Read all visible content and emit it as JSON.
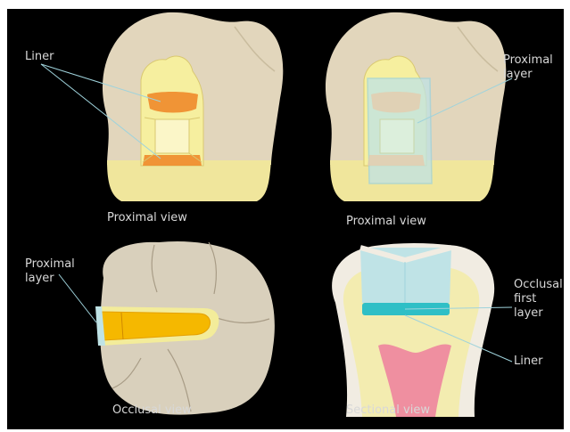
{
  "panels": {
    "top_left": {
      "caption": "Proximal view",
      "callout": "Liner"
    },
    "top_right": {
      "caption": "Proximal view",
      "callout_line1": "Proximal",
      "callout_line2": "layer"
    },
    "bottom_left": {
      "caption": "Occlusal view",
      "callout_line1": "Proximal",
      "callout_line2": "layer"
    },
    "bottom_right": {
      "caption": "Sectional view",
      "callout_a_line1": "Occlusal",
      "callout_a_line2": "first",
      "callout_a_line3": "layer",
      "callout_b": "Liner"
    }
  },
  "colors": {
    "background": "#000000",
    "enamel": "#e2d6bc",
    "dentin": "#f3ecb0",
    "liner": "#f08a2a",
    "proximal_layer": "#bfe3e6",
    "occlusal_layer": "#2fbfc6",
    "composite": "#f5b800",
    "pulp": "#ef8fa0",
    "leader_line": "#9fd3dc"
  }
}
